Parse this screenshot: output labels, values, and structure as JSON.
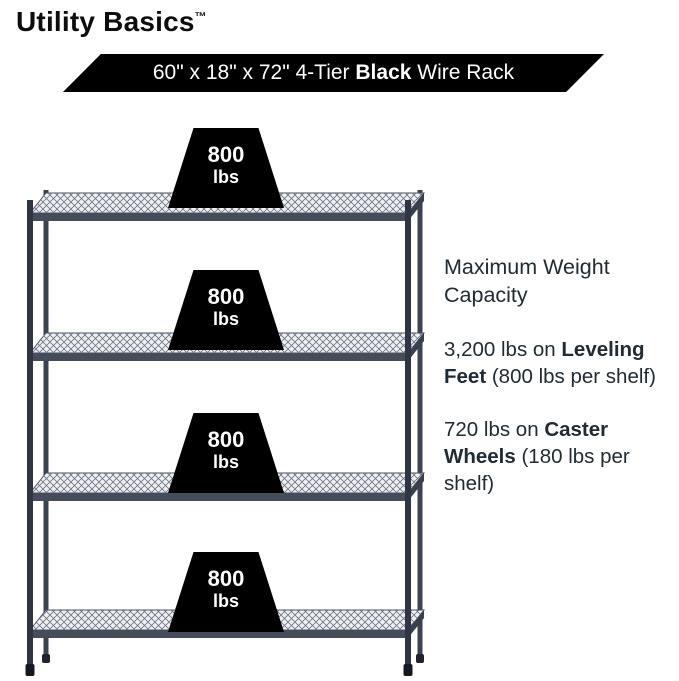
{
  "brand": {
    "name": "Utility Basics",
    "trademark": "™"
  },
  "banner": {
    "prefix": "60\" x 18\" x 72\" 4-Tier ",
    "emphasis": "Black",
    "suffix": " Wire Rack"
  },
  "badges": [
    {
      "value": "800",
      "unit": "lbs"
    },
    {
      "value": "800",
      "unit": "lbs"
    },
    {
      "value": "800",
      "unit": "lbs"
    },
    {
      "value": "800",
      "unit": "lbs"
    }
  ],
  "info": {
    "heading_line1": "Maximum Weight",
    "heading_line2": "Capacity",
    "p1_pre": "3,200 lbs on ",
    "p1_bold": "Leveling Feet",
    "p1_post": " (800 lbs per shelf)",
    "p2_pre": "720 lbs on ",
    "p2_bold": "Caster Wheels",
    "p2_post": " (180 lbs per shelf)"
  },
  "colors": {
    "banner_bg": "#000000",
    "badge_bg": "#000000",
    "text": "#212b34",
    "rack_frame": "#3b4252",
    "shelf_mesh": "#6b7280"
  }
}
